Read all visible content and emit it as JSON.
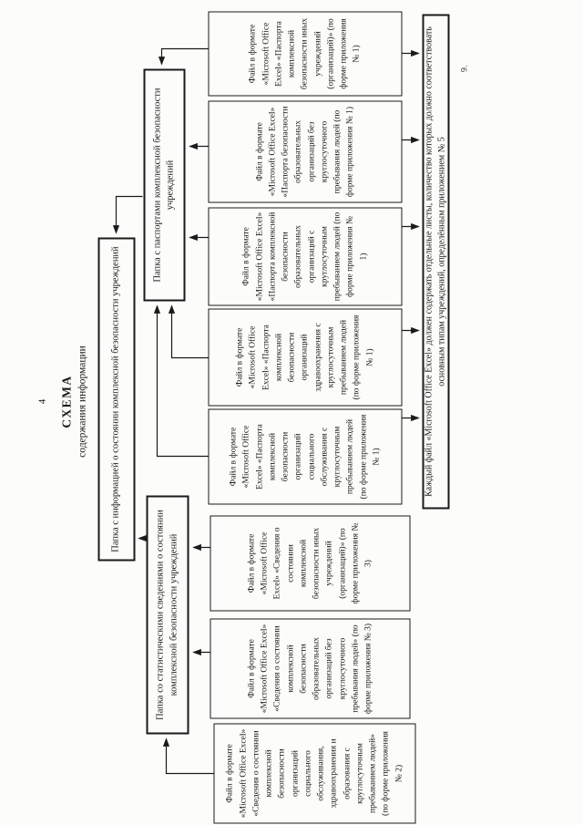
{
  "page": {
    "number": "4",
    "title": "СХЕМА",
    "subtitle": "содержания информации",
    "handwritten_mark": "9."
  },
  "root_folder": {
    "label": "Папка с информацией о состоянии комплексной безопасности учреждений"
  },
  "folders": {
    "stats": {
      "label": "Папка со статистическими сведениями о состоянии комплексной безопасности учреждений"
    },
    "passports": {
      "label": "Папка с паспортами комплексной безопасности учреждений"
    }
  },
  "files": [
    {
      "label": "Файл в формате «Microsoft Office Excel» «Сведения о состоянии комплексной безопасности организаций социального обслуживания, здравоохранения и образования с круглосуточным пребыванием людей» (по форме приложения № 2)"
    },
    {
      "label": "Файл в формате «Microsoft Office Excel» «Сведения о состоянии комплексной безопасности образовательных организаций без круглосуточного пребывания людей» (по форме приложения № 3)"
    },
    {
      "label": "Файл в формате «Microsoft Office Excel» «Сведения о состоянии комплексной безопасности иных учреждений (организаций)» (по форме приложения № 3)"
    },
    {
      "label": "Файл в формате «Microsoft Office Excel» «Паспорта комплексной безопасности организаций социального обслуживания с круглосуточным пребыванием людей (по форме приложения № 1)"
    },
    {
      "label": "Файл в формате «Microsoft Office Excel» «Паспорта комплексной безопасности организаций здравоохранения с круглосуточным пребыванием людей (по форме приложения № 1)"
    },
    {
      "label": "Файл в формате «Microsoft Office Excel» «Паспорта комплексной безопасности образовательных организаций с круглосуточным пребыванием людей (по форме приложения № 1)"
    },
    {
      "label": "Файл в формате «Microsoft Office Excel» «Паспорта безопасности образовательных организаций без круглосуточного пребывания людей (по форме приложения № 1)"
    },
    {
      "label": "Файл в формате «Microsoft Office Excel» «Паспорта комплексной безопасности иных учреждений (организаций)» (по форме приложения № 1)"
    }
  ],
  "note": {
    "label": "Каждый файл «Microsoft Office Excel» должен содержать отдельные листы, количество которых должно соответствовать основным типам учреждений, определённым приложением № 5"
  },
  "colors": {
    "ink": "#1a1a1a",
    "paper": "#fcfcfa"
  }
}
